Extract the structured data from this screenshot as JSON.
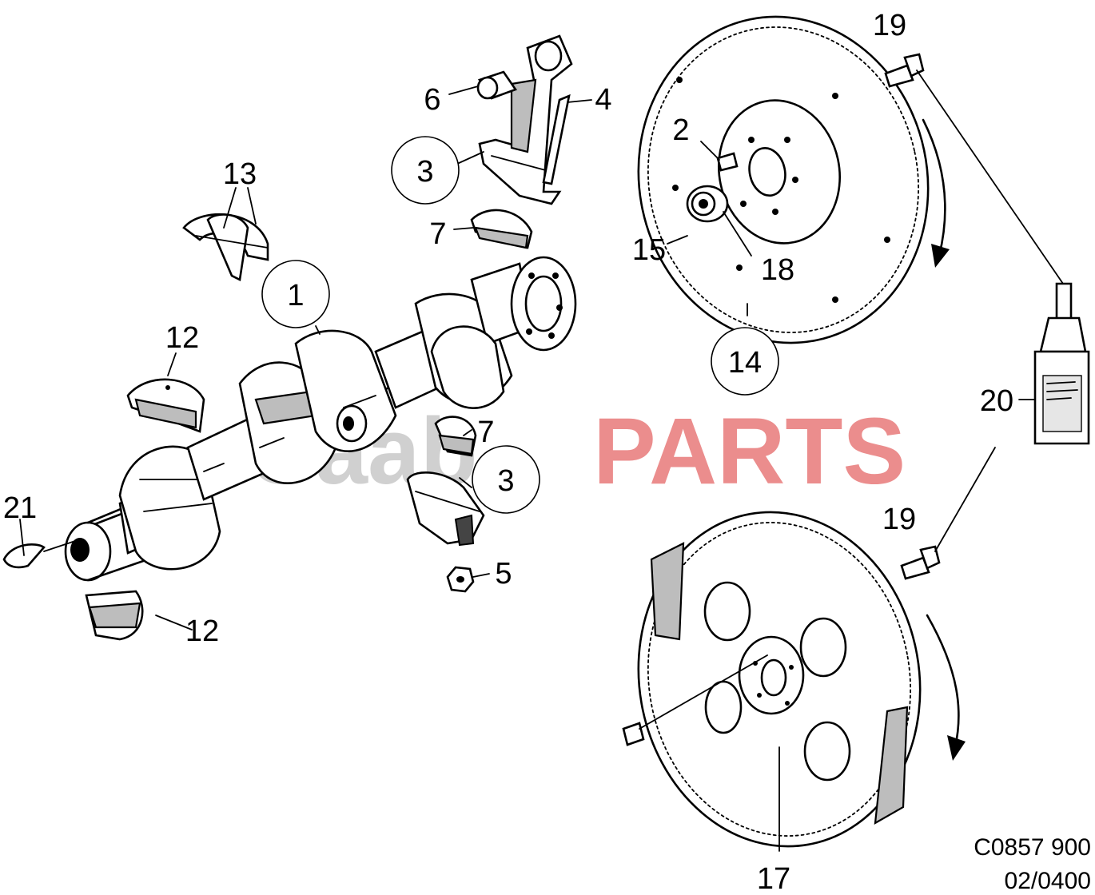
{
  "watermark": {
    "part1": "eSaab",
    "part2": "PARTS",
    "color1": "#c8c8c8",
    "color2": "#e87a7a"
  },
  "drawing_code": "C0857 900",
  "drawing_date": "02/0400",
  "callouts": [
    {
      "id": "1",
      "text": "1"
    },
    {
      "id": "2",
      "text": "2"
    },
    {
      "id": "3a",
      "text": "3"
    },
    {
      "id": "3b",
      "text": "3"
    },
    {
      "id": "4",
      "text": "4"
    },
    {
      "id": "5",
      "text": "5"
    },
    {
      "id": "6",
      "text": "6"
    },
    {
      "id": "7a",
      "text": "7"
    },
    {
      "id": "7b",
      "text": "7"
    },
    {
      "id": "12a",
      "text": "12"
    },
    {
      "id": "12b",
      "text": "12"
    },
    {
      "id": "13",
      "text": "13"
    },
    {
      "id": "14",
      "text": "14"
    },
    {
      "id": "15",
      "text": "15"
    },
    {
      "id": "17",
      "text": "17"
    },
    {
      "id": "18",
      "text": "18"
    },
    {
      "id": "19a",
      "text": "19"
    },
    {
      "id": "19b",
      "text": "19"
    },
    {
      "id": "20",
      "text": "20"
    },
    {
      "id": "21",
      "text": "21"
    }
  ]
}
